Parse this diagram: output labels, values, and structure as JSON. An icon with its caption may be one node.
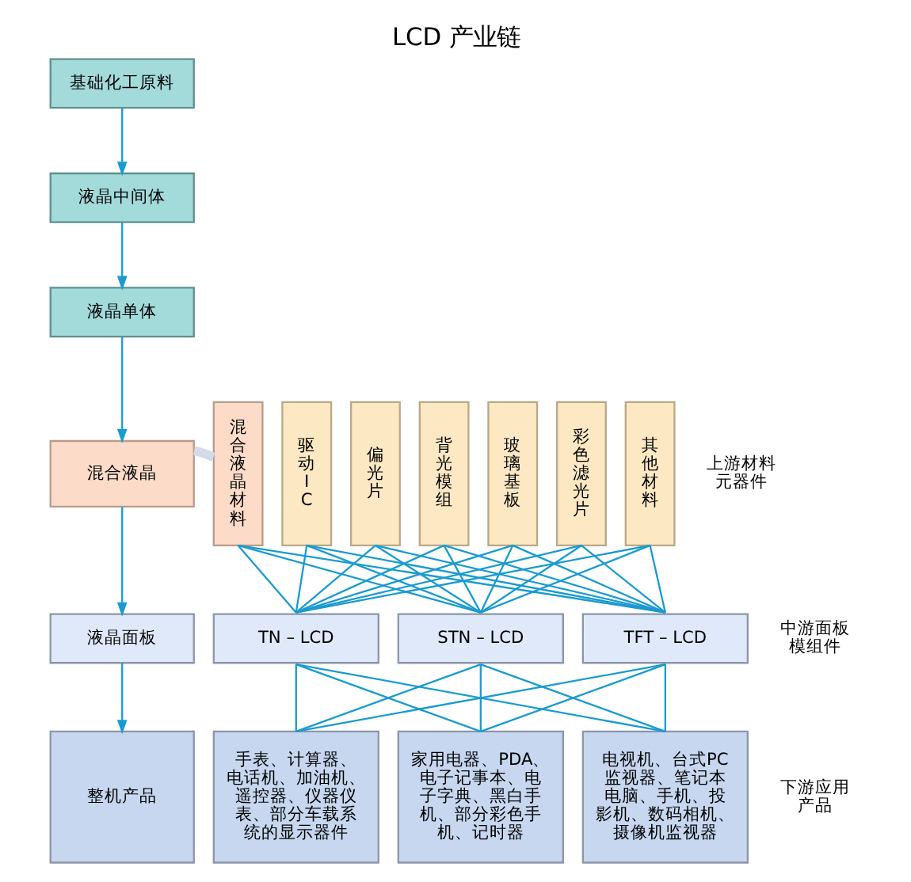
{
  "diagram": {
    "title": "LCD 产业链",
    "nodes": [
      {
        "text": [
          "基础化工原料"
        ]
      },
      {
        "text": [
          "液晶中间体"
        ]
      },
      {
        "text": [
          "液晶单体"
        ]
      },
      {
        "text": [
          "混合液晶"
        ]
      },
      {
        "text": [
          "混合液晶材料"
        ]
      },
      {
        "text": [
          "驱动IC"
        ]
      },
      {
        "text": [
          "偏光片"
        ]
      },
      {
        "text": [
          "背光模组"
        ]
      },
      {
        "text": [
          "玻璃基板"
        ]
      },
      {
        "text": [
          "彩色滤光片"
        ]
      },
      {
        "text": [
          "其他材料"
        ]
      },
      {
        "text": [
          "液晶面板"
        ]
      },
      {
        "text": [
          "TN – LCD"
        ]
      },
      {
        "text": [
          "STN – LCD"
        ]
      },
      {
        "text": [
          "TFT – LCD"
        ]
      },
      {
        "text": [
          "整机产品"
        ]
      },
      {
        "text": [
          "手表、计算器、电话机、加油机、遥控器、仪器仪表、部分车载系统的显示器件"
        ]
      },
      {
        "text": [
          "家用电器、PDA、电子记事本、电子字典、黑白手机、部分彩色手机、记时器"
        ]
      },
      {
        "text": [
          "电视机、台式PC监视器、笔记本电脑、手机、投影机、数码相机、摄像机监视器"
        ]
      }
    ],
    "edges": [
      {
        "from": 0,
        "to": 1,
        "arrow": "to"
      },
      {
        "from": 1,
        "to": 2,
        "arrow": "to"
      },
      {
        "from": 2,
        "to": 3,
        "arrow": "to"
      },
      {
        "from": 3,
        "to": 4,
        "arrow": "none",
        "style": "thick",
        "color": "#d3dae8"
      },
      {
        "from": 3,
        "to": 11,
        "arrow": "to"
      },
      {
        "from": 11,
        "to": 15,
        "arrow": "to"
      },
      {
        "from": 4,
        "to": 12,
        "arrow": "none"
      },
      {
        "from": 4,
        "to": 13,
        "arrow": "none"
      },
      {
        "from": 4,
        "to": 14,
        "arrow": "none"
      },
      {
        "from": 5,
        "to": 12,
        "arrow": "none"
      },
      {
        "from": 5,
        "to": 13,
        "arrow": "none"
      },
      {
        "from": 5,
        "to": 14,
        "arrow": "none"
      },
      {
        "from": 6,
        "to": 12,
        "arrow": "none"
      },
      {
        "from": 6,
        "to": 13,
        "arrow": "none"
      },
      {
        "from": 6,
        "to": 14,
        "arrow": "none"
      },
      {
        "from": 7,
        "to": 12,
        "arrow": "none"
      },
      {
        "from": 7,
        "to": 13,
        "arrow": "none"
      },
      {
        "from": 7,
        "to": 14,
        "arrow": "none"
      },
      {
        "from": 8,
        "to": 12,
        "arrow": "none"
      },
      {
        "from": 8,
        "to": 13,
        "arrow": "none"
      },
      {
        "from": 8,
        "to": 14,
        "arrow": "none"
      },
      {
        "from": 9,
        "to": 12,
        "arrow": "none"
      },
      {
        "from": 9,
        "to": 13,
        "arrow": "none"
      },
      {
        "from": 9,
        "to": 14,
        "arrow": "none"
      },
      {
        "from": 10,
        "to": 12,
        "arrow": "none"
      },
      {
        "from": 10,
        "to": 13,
        "arrow": "none"
      },
      {
        "from": 10,
        "to": 14,
        "arrow": "none"
      },
      {
        "from": 12,
        "to": 16,
        "arrow": "none"
      },
      {
        "from": 12,
        "to": 17,
        "arrow": "none"
      },
      {
        "from": 12,
        "to": 18,
        "arrow": "none"
      },
      {
        "from": 13,
        "to": 16,
        "arrow": "none"
      },
      {
        "from": 13,
        "to": 17,
        "arrow": "none"
      },
      {
        "from": 13,
        "to": 18,
        "arrow": "none"
      },
      {
        "from": 14,
        "to": 16,
        "arrow": "none"
      },
      {
        "from": 14,
        "to": 17,
        "arrow": "none"
      },
      {
        "from": 14,
        "to": 18,
        "arrow": "none"
      }
    ],
    "labels": [
      "上游材料元器件",
      "中游面板模组件",
      "下游应用产品"
    ]
  }
}
